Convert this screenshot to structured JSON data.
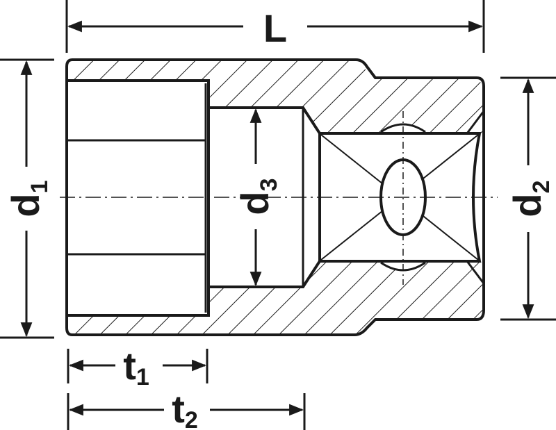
{
  "labels": {
    "L": "L",
    "d1": {
      "base": "d",
      "sub": "1"
    },
    "d2": {
      "base": "d",
      "sub": "2"
    },
    "d3": {
      "base": "d",
      "sub": "3"
    },
    "t1": {
      "base": "t",
      "sub": "1"
    },
    "t2": {
      "base": "t",
      "sub": "2"
    }
  },
  "colors": {
    "ink": "#1a1a1a",
    "background": "#ffffff"
  }
}
